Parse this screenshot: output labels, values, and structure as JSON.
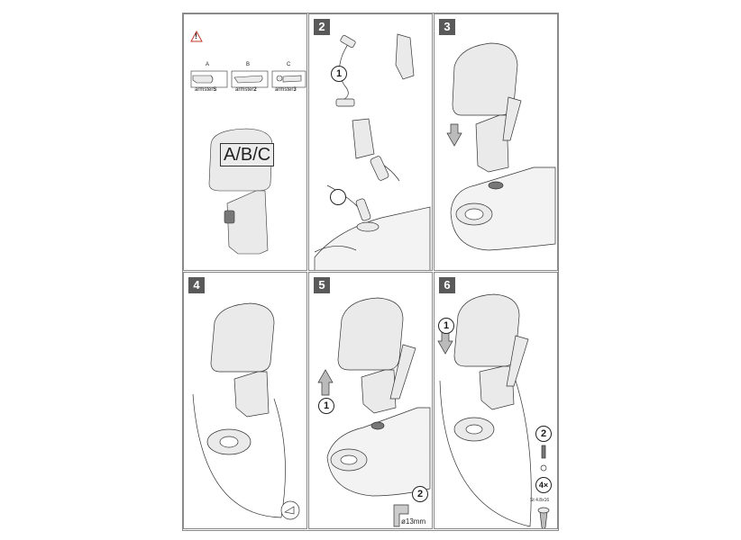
{
  "warning_symbol": "!",
  "variants": [
    {
      "letter": "A",
      "label": "armster",
      "num": "S"
    },
    {
      "letter": "B",
      "label": "armster",
      "num": "2"
    },
    {
      "letter": "C",
      "label": "armster",
      "num": "3"
    }
  ],
  "variant_box_label": "A/B/C",
  "steps": [
    "2",
    "3",
    "4",
    "5",
    "6"
  ],
  "callouts": {
    "s2_one": "1",
    "s5_one": "1",
    "s5_two": "2",
    "s5_drill": "ø13mm",
    "s6_one": "1",
    "s6_two": "2",
    "s6_qty": "4×",
    "s6_screw": "St 4.8x16"
  },
  "colors": {
    "panel_border": "#8a8a8a",
    "badge": "#595959",
    "fill": "#e9e9e9"
  }
}
